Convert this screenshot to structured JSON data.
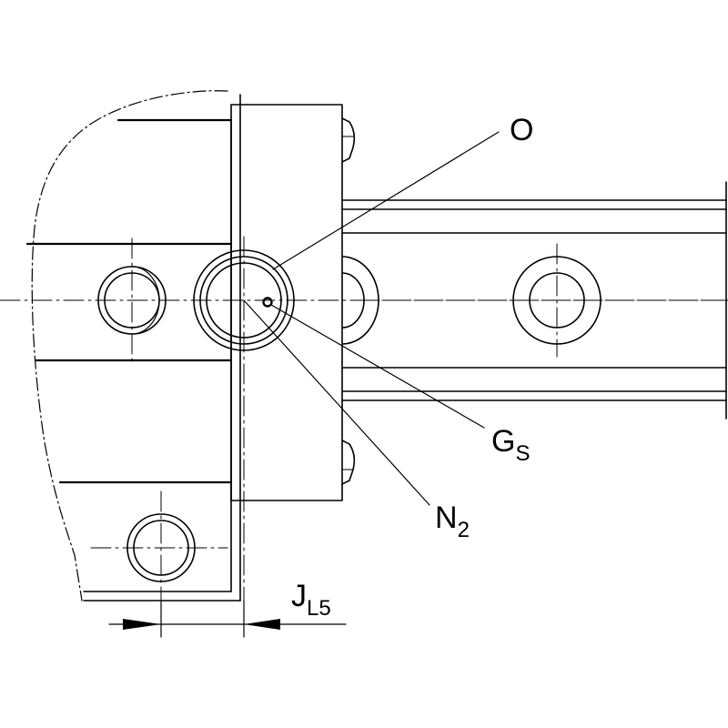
{
  "labels": {
    "o": "O",
    "gs_main": "G",
    "gs_sub": "S",
    "n2_main": "N",
    "n2_sub": "2",
    "jl5_main": "J",
    "jl5_sub": "L5"
  },
  "colors": {
    "line": "#000000",
    "background": "#ffffff"
  }
}
